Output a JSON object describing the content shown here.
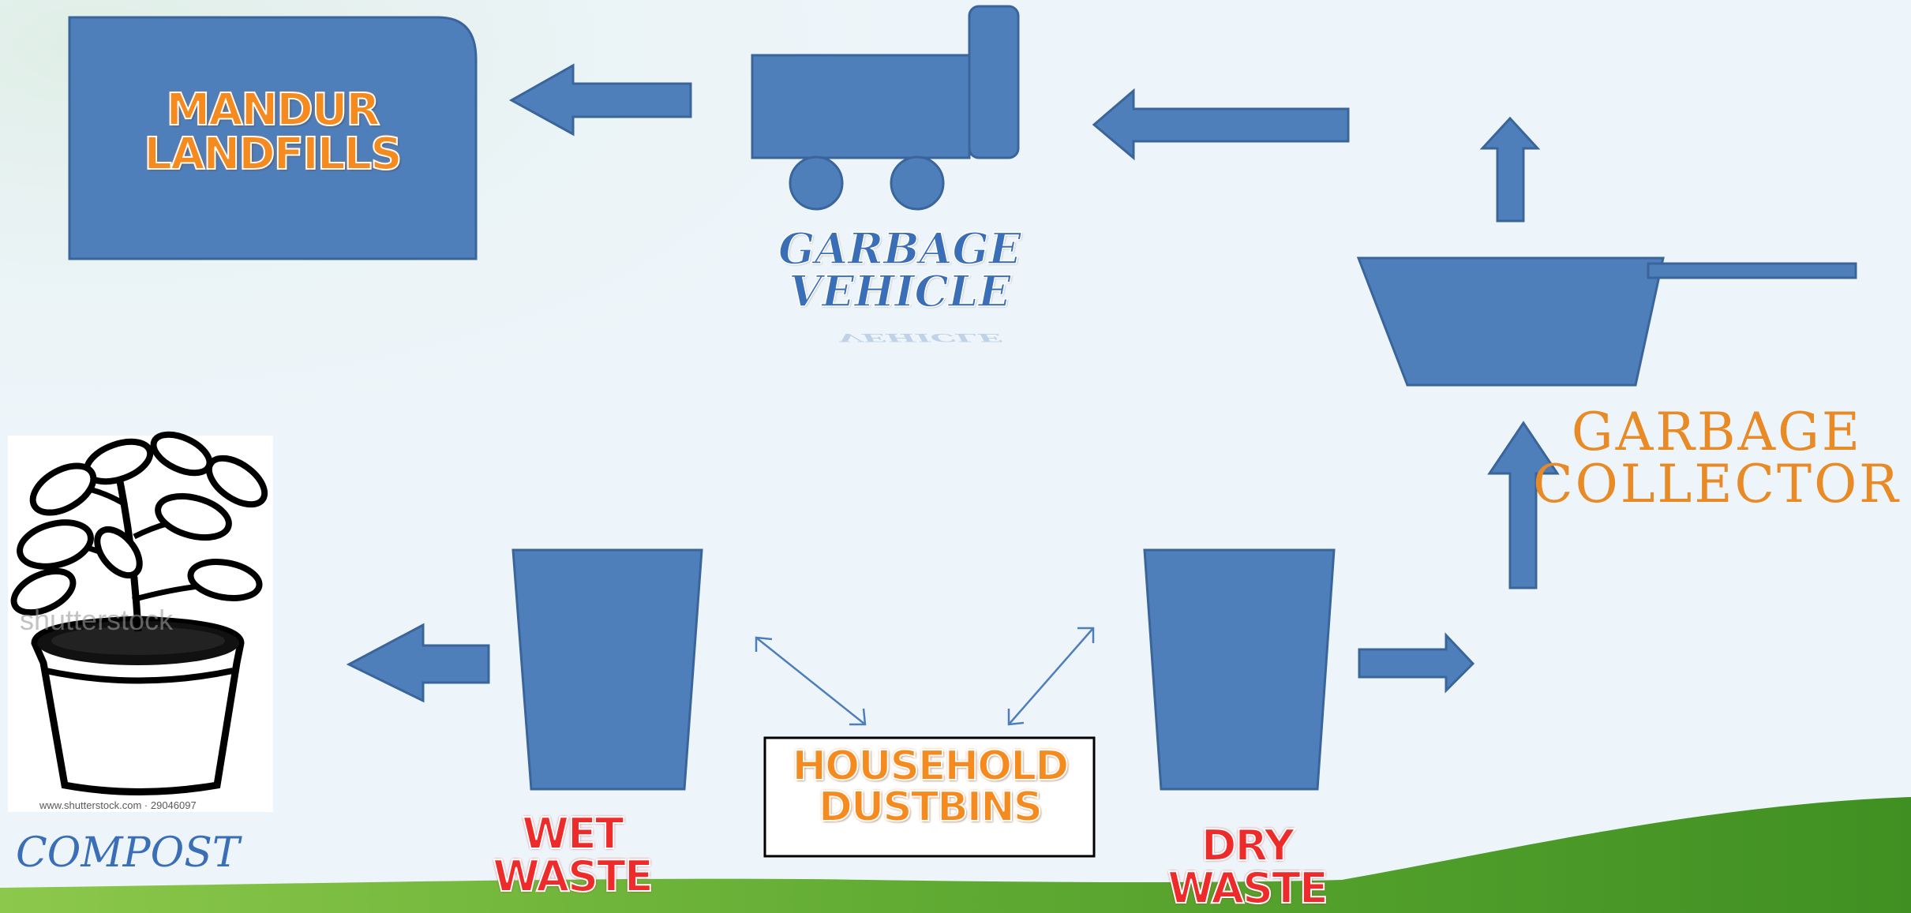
{
  "labels": {
    "landfills": "MANDUR\nLANDFILLS",
    "vehicle": "GARBAGE\nVEHICLE",
    "collector": "GARBAGE\nCOLLECTOR",
    "household": "HOUSEHOLD\nDUSTBINS",
    "wet": "WET\nWASTE",
    "dry": "DRY\nWASTE",
    "compost": "COMPOST",
    "watermark_brand": "shutterstock",
    "watermark_url": "www.shutterstock.com · 29046097"
  },
  "colors": {
    "shape_fill": "#4f7fbb",
    "shape_stroke": "#3a659b",
    "background": "#eef5fa",
    "grass": "#6bb33c"
  },
  "icons": [
    "plant-pot-icon"
  ]
}
